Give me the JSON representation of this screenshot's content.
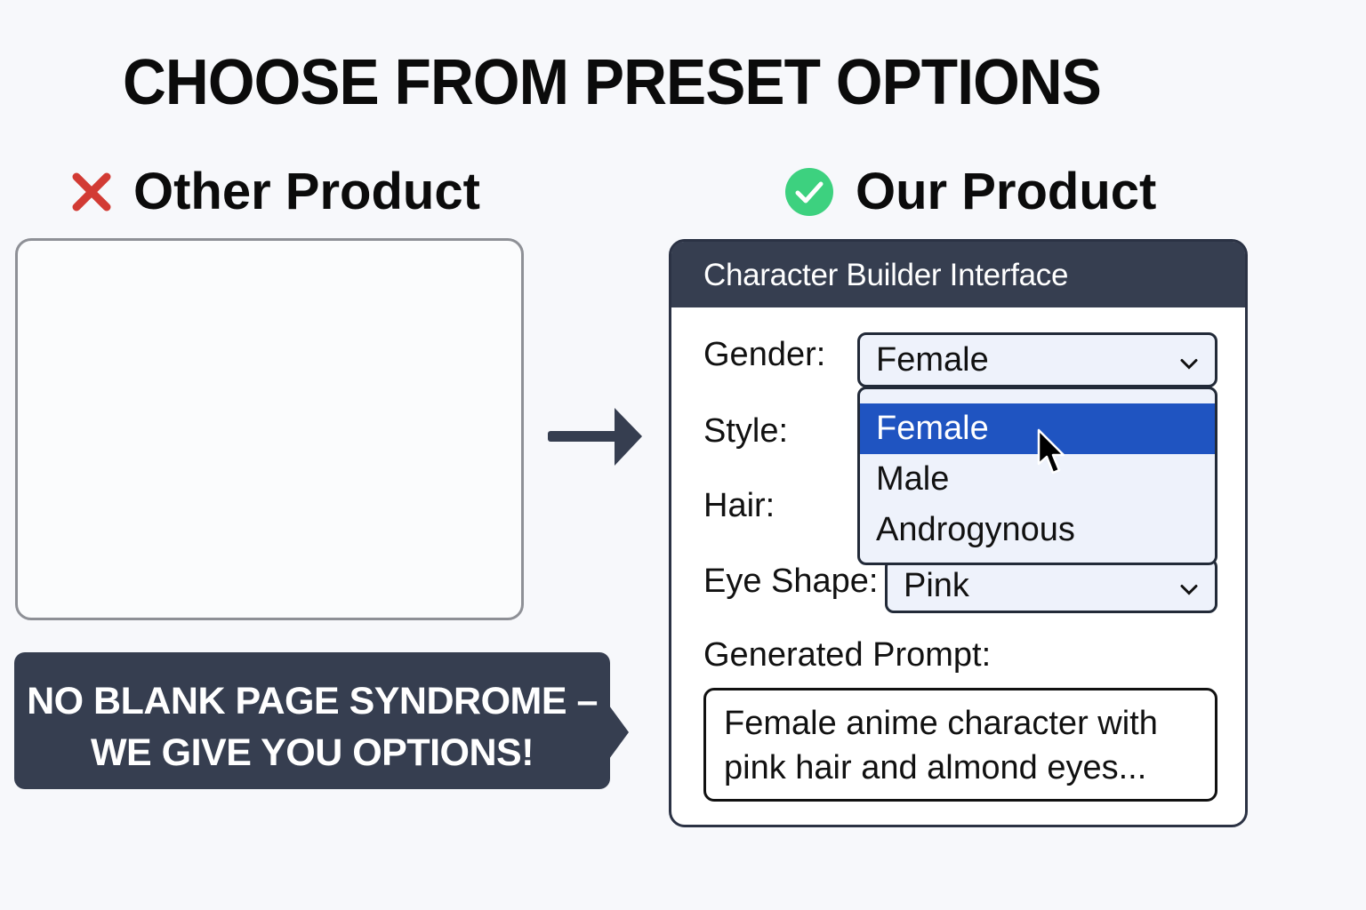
{
  "title": "CHOOSE FROM PRESET OPTIONS",
  "left_column": {
    "heading": "Other Product",
    "icon": "x-mark-icon",
    "icon_color": "#d23b34",
    "callout": {
      "line1": "NO BLANK PAGE SYNDROME –",
      "line2": "WE GIVE YOU OPTIONS!"
    }
  },
  "arrow_icon": "arrow-right-icon",
  "right_column": {
    "heading": "Our Product",
    "icon": "check-circle-icon",
    "icon_color": "#3dd17f",
    "builder": {
      "header": "Character Builder Interface",
      "fields": [
        {
          "label": "Gender:",
          "value": "Female"
        },
        {
          "label": "Style:"
        },
        {
          "label": "Hair:"
        },
        {
          "label": "Eye Shape:",
          "value": "Pink"
        }
      ],
      "dropdown_options": [
        {
          "label": "Female",
          "selected": true
        },
        {
          "label": "Male",
          "selected": false
        },
        {
          "label": "Androgynous",
          "selected": false
        }
      ],
      "prompt_label": "Generated Prompt:",
      "prompt_line1": "Female anime character with",
      "prompt_line2": "pink hair and almond eyes..."
    }
  },
  "colors": {
    "background": "#f7f8fb",
    "panel_dark": "#363e50",
    "highlight": "#1f54c1",
    "select_bg": "#eef2fb"
  }
}
